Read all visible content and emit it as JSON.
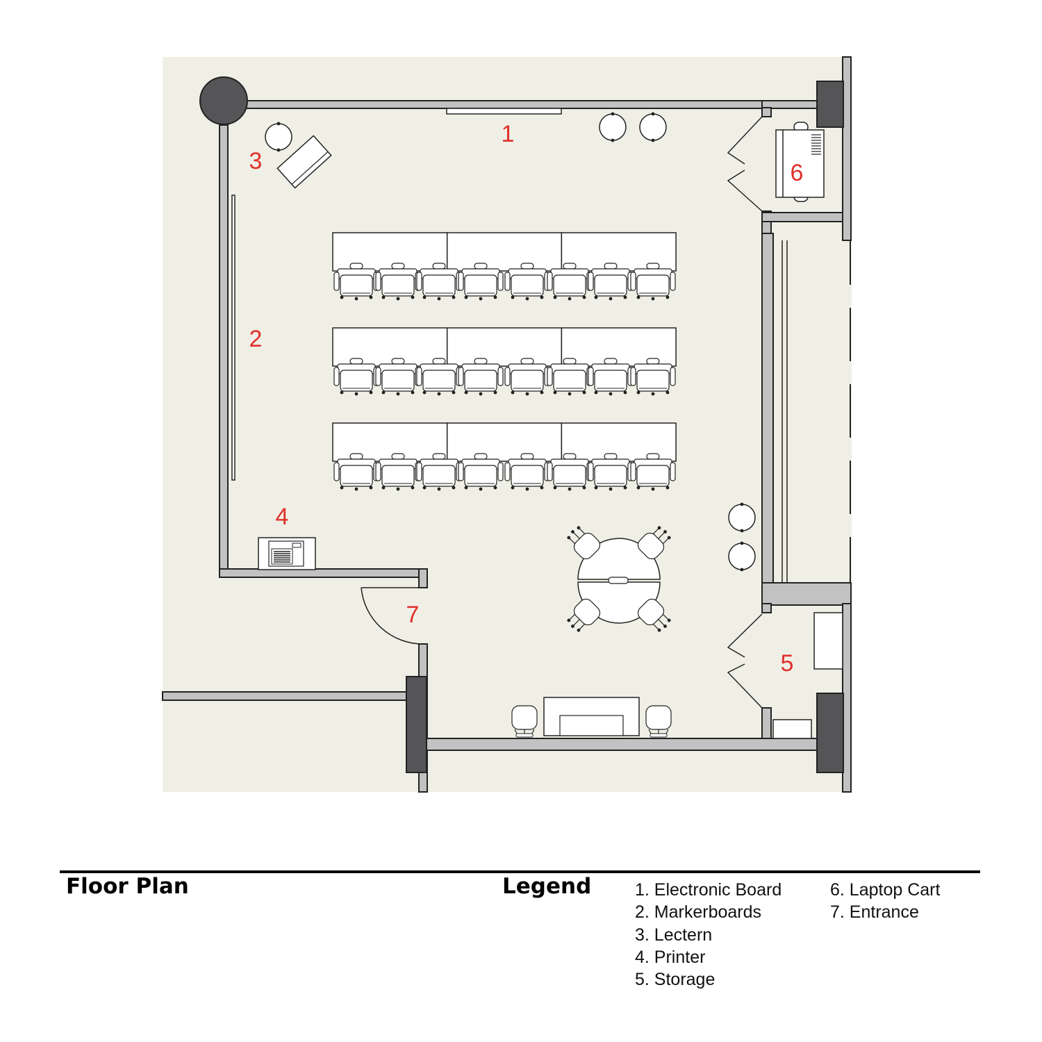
{
  "colors": {
    "floor": "#f0efe5",
    "wall": "#c2c2c2",
    "wall_stroke": "#222222",
    "column": "#555558",
    "label": "#e0312b"
  },
  "plan_labels": [
    "1",
    "2",
    "3",
    "4",
    "5",
    "6",
    "7"
  ],
  "footer": {
    "title": "Floor Plan",
    "legend_title": "Legend"
  },
  "legend": {
    "items": [
      "1. Electronic Board",
      "2. Markerboards",
      "3. Lectern",
      "4. Printer",
      "5. Storage",
      "6. Laptop Cart",
      "7. Entrance"
    ]
  }
}
